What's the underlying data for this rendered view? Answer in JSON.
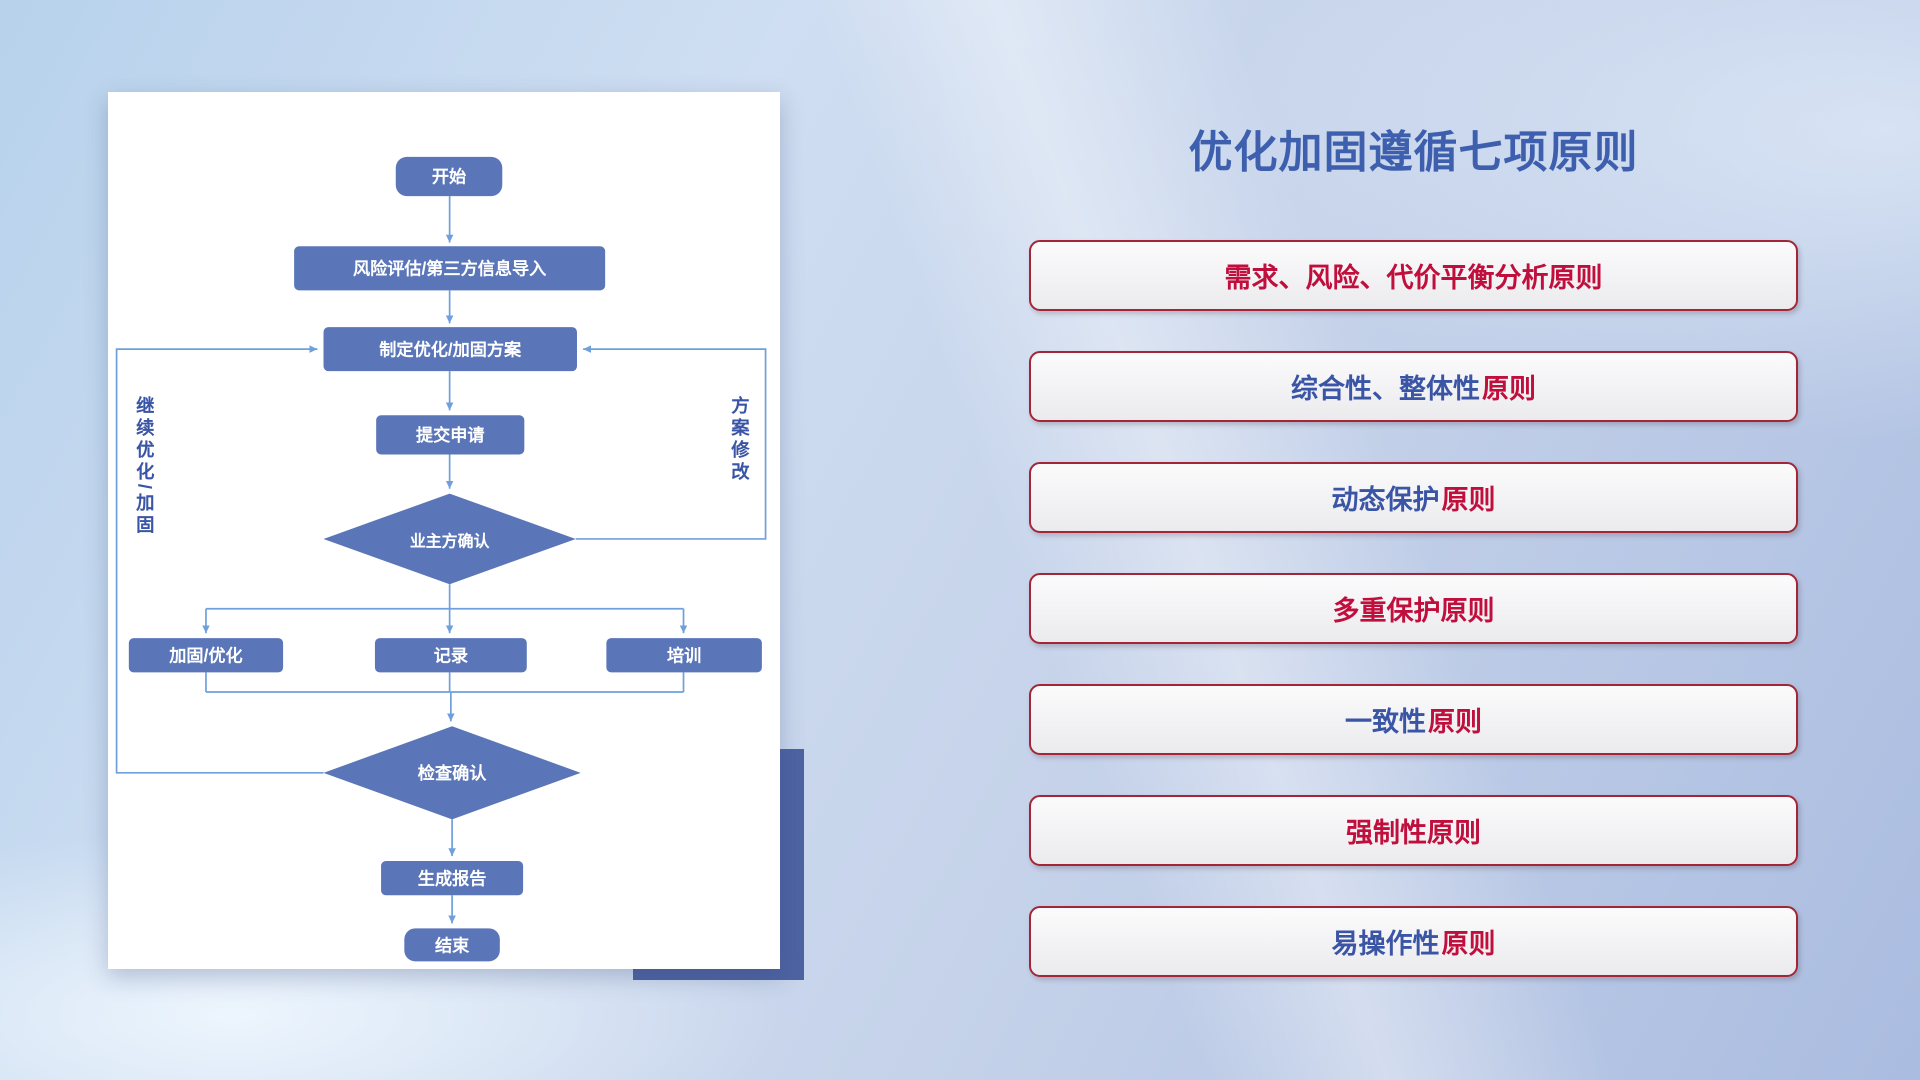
{
  "title": "优化加固遵循七项原则",
  "colors": {
    "red": "#C00F3C",
    "blue": "#3A55A5",
    "title_blue": "#3D5FAE",
    "flow_node_blue": "#5A75B8",
    "connector_blue": "#6FA0DC",
    "pill_border_red": "#A32638",
    "shadow_block_blue": "#4E63A2"
  },
  "principles": [
    {
      "parts": [
        {
          "text": "需求、风险、代价平衡分析原则",
          "color": "red"
        }
      ]
    },
    {
      "parts": [
        {
          "text": "综合性、整体性",
          "color": "blue"
        },
        {
          "text": "原则",
          "color": "red"
        }
      ]
    },
    {
      "parts": [
        {
          "text": "动态保护",
          "color": "blue"
        },
        {
          "text": "原则",
          "color": "red"
        }
      ]
    },
    {
      "parts": [
        {
          "text": "多重保护原则",
          "color": "red"
        }
      ]
    },
    {
      "parts": [
        {
          "text": "一致性",
          "color": "blue"
        },
        {
          "text": "原则",
          "color": "red"
        }
      ]
    },
    {
      "parts": [
        {
          "text": "强制性原则",
          "color": "red"
        }
      ]
    },
    {
      "parts": [
        {
          "text": "易操作性",
          "color": "blue"
        },
        {
          "text": "原则",
          "color": "red"
        }
      ]
    }
  ],
  "flowchart": {
    "start": "开始",
    "risk_import": "风险评估/第三方信息导入",
    "make_plan": "制定优化/加固方案",
    "submit": "提交申请",
    "owner_confirm": "业主方确认",
    "harden": "加固/优化",
    "record": "记录",
    "training": "培训",
    "check_confirm": "检查确认",
    "report": "生成报告",
    "end": "结束",
    "left_loop": "继续优化/加固",
    "right_loop": "方案修改"
  }
}
